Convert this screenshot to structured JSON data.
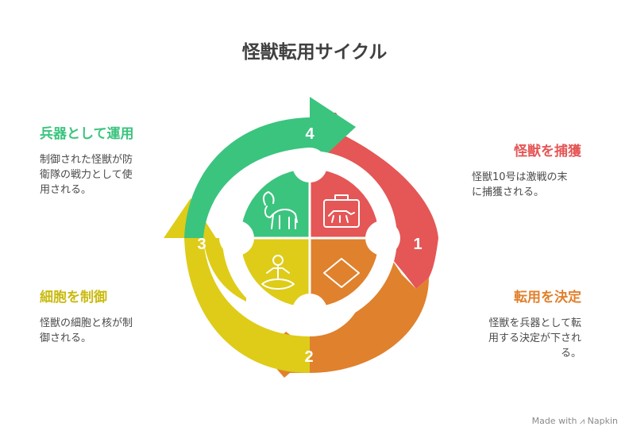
{
  "title": "怪獣転用サイクル",
  "colors": {
    "red": "#E55656",
    "orange": "#E0812D",
    "yellow": "#DECC18",
    "green": "#3BC47E"
  },
  "steps": [
    {
      "number": "1",
      "title": "怪獣を捕獲",
      "description": "怪獣10号は激戦の末\nに捕獲される。",
      "icon": "cage-with-creature-icon"
    },
    {
      "number": "2",
      "title": "転用を決定",
      "description": "怪獣を兵器として転\n用する決定が下され\nる。",
      "icon": "diamond-icon"
    },
    {
      "number": "3",
      "title": "細胞を制御",
      "description": "怪獣の細胞と核が制\n御される。",
      "icon": "meditating-person-icon"
    },
    {
      "number": "4",
      "title": "兵器として運用",
      "description": "制御された怪獣が防\n衛隊の戦力として使\n用される。",
      "icon": "bull-icon"
    }
  ],
  "footer": {
    "made_with": "Made with",
    "brand": "Napkin"
  }
}
